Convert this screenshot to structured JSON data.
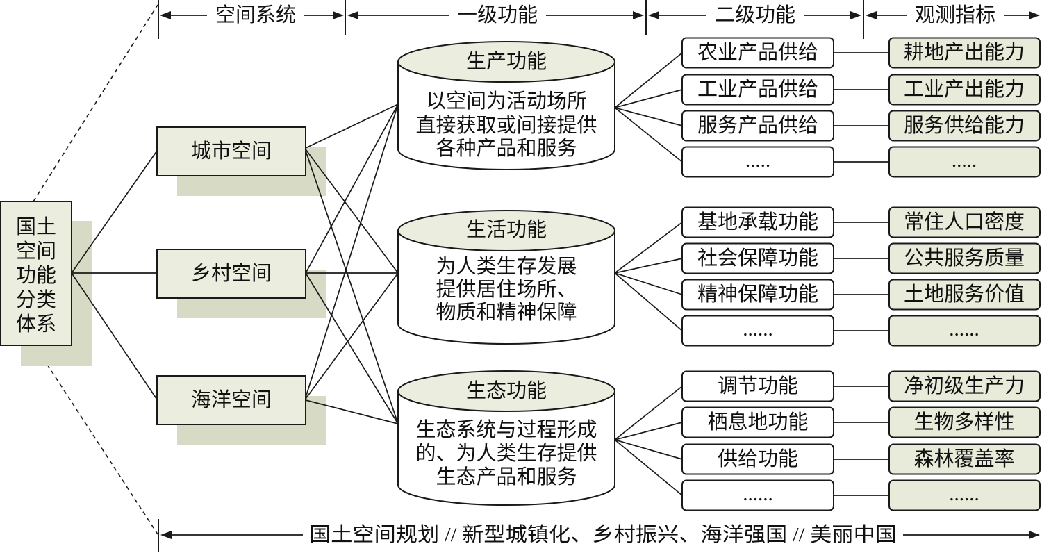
{
  "header": {
    "columns": [
      "空间系统",
      "一级功能",
      "二级功能",
      "观测指标"
    ]
  },
  "root": {
    "lines": [
      "国土",
      "空间",
      "功能",
      "分类",
      "体系"
    ]
  },
  "space_systems": [
    "城市空间",
    "乡村空间",
    "海洋空间"
  ],
  "primary_functions": [
    {
      "title": "生产功能",
      "description": [
        "以空间为活动场所",
        "直接获取或间接提供",
        "各种产品和服务"
      ]
    },
    {
      "title": "生活功能",
      "description": [
        "为人类生存发展",
        "提供居住场所、",
        "物质和精神保障"
      ]
    },
    {
      "title": "生态功能",
      "description": [
        "生态系统与过程形成",
        "的、为人类生存提供",
        "生态产品和服务"
      ]
    }
  ],
  "secondary_functions": [
    [
      "农业产品供给",
      "工业产品供给",
      "服务产品供给",
      "....."
    ],
    [
      "基地承载功能",
      "社会保障功能",
      "精神保障功能",
      "......"
    ],
    [
      "调节功能",
      "栖息地功能",
      "供给功能",
      "......"
    ]
  ],
  "indicators": [
    [
      "耕地产出能力",
      "工业产出能力",
      "服务供给能力",
      "....."
    ],
    [
      "常住人口密度",
      "公共服务质量",
      "土地服务价值",
      "......"
    ],
    [
      "净初级生产力",
      "生物多样性",
      "森林覆盖率",
      "......"
    ]
  ],
  "footer": "国土空间规划 // 新型城镇化、乡村振兴、海洋强国 // 美丽中国",
  "colors": {
    "box_fill": "#ebedde",
    "shadow": "#d7dbc5",
    "indicator_fill": "#e9ebda"
  }
}
